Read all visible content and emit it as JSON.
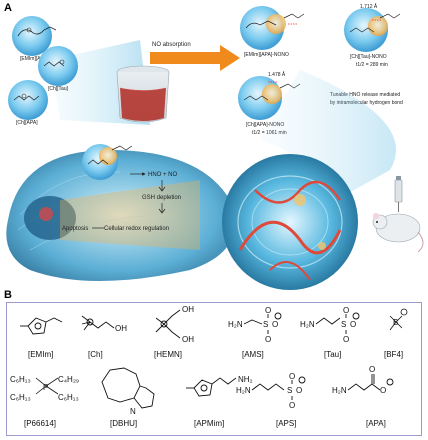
{
  "panelA": {
    "letter": "A",
    "bubbles": [
      "[EMIm][APA]",
      "[Ch][Tau]",
      "[Ch][APA]"
    ],
    "process_label": "NO absorption",
    "products": [
      "[EMIm][APA]-NONO",
      "[Ch][Tau]-NONO",
      "[Ch][APA]-NONO"
    ],
    "bond_lengths": [
      "1.712 Å",
      "1.478 Å"
    ],
    "halflives": [
      "t1/2 = 289 min",
      "t1/2 = 1061 min"
    ],
    "tunable_text_1": "Tunable HNO release mediated",
    "tunable_text_2": "by intramolecular hydrogen bond",
    "mechanism": {
      "release": "HNO + NO",
      "gsh": "GSH depletion",
      "apoptosis": "Apoptosis",
      "redox": "Cellular redox regulation"
    }
  },
  "panelB": {
    "letter": "B",
    "row1": [
      "[EMIm]",
      "[Ch]",
      "[HEMN]",
      "[AMS]",
      "[Tau]",
      "[BF4]"
    ],
    "row2": [
      "[P66614]",
      "[DBHU]",
      "[APMim]",
      "[APS]",
      "[APA]"
    ]
  },
  "colors": {
    "bubble": "#5fb6e6",
    "bubble_highlight": "#f5b04a",
    "arrow": "#f08a1c",
    "panel_border": "#9b9bd2"
  }
}
